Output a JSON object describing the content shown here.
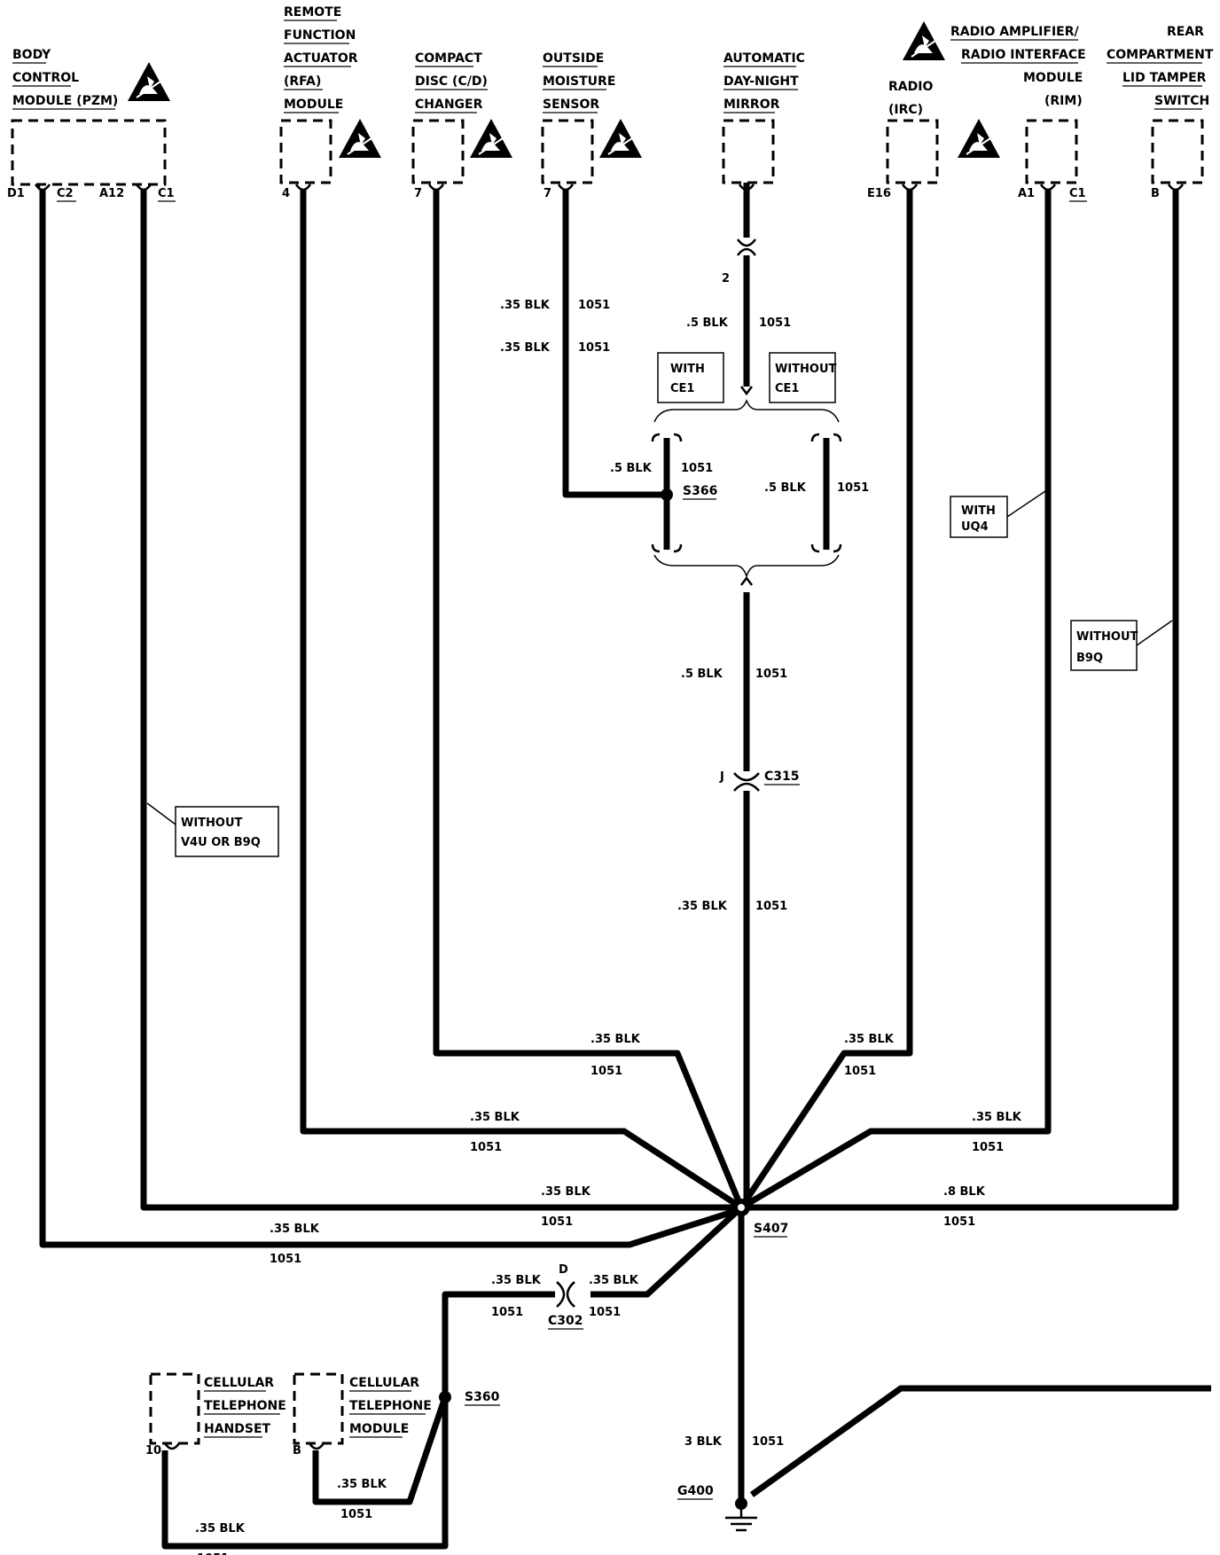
{
  "components": {
    "bcm": [
      "BODY",
      "CONTROL",
      "MODULE (PZM)"
    ],
    "rfa": [
      "REMOTE",
      "FUNCTION",
      "ACTUATOR",
      "(RFA)",
      "MODULE"
    ],
    "cd": [
      "COMPACT",
      "DISC (C/D)",
      "CHANGER"
    ],
    "oms": [
      "OUTSIDE",
      "MOISTURE",
      "SENSOR"
    ],
    "mirror": [
      "AUTOMATIC",
      "DAY-NIGHT",
      "MIRROR"
    ],
    "amp": [
      "RADIO AMPLIFIER/",
      "RADIO INTERFACE",
      "MODULE",
      "(RIM)"
    ],
    "radio": [
      "RADIO",
      "(IRC)"
    ],
    "tamper": [
      "REAR",
      "COMPARTMENT",
      "LID TAMPER",
      "SWITCH"
    ],
    "handset": [
      "CELLULAR",
      "TELEPHONE",
      "HANDSET"
    ],
    "cellmod": [
      "CELLULAR",
      "TELEPHONE",
      "MODULE"
    ]
  },
  "pins": {
    "bcm_d1": "D1",
    "bcm_c2": "C2",
    "bcm_a12": "A12",
    "bcm_c1": "C1",
    "rfa": "4",
    "cd": "7",
    "oms": "7",
    "mirror_2": "2",
    "radio": "E16",
    "amp_a1": "A1",
    "amp_c1": "C1",
    "tamper": "B",
    "handset": "10",
    "cellmod": "B",
    "c315": "J",
    "c302": "D"
  },
  "splices": {
    "s366": "S366",
    "s407": "S407",
    "s360": "S360"
  },
  "connectors": {
    "c315": "C315",
    "c302": "C302"
  },
  "ground": "G400",
  "wires": {
    "w035": ".35 BLK",
    "w05": ".5 BLK",
    "w08": ".8 BLK",
    "w3": "3 BLK",
    "circuit": "1051"
  },
  "options": {
    "with_ce1": [
      "WITH",
      "CE1"
    ],
    "without_ce1": [
      "WITHOUT",
      "CE1"
    ],
    "with_uq4": [
      "WITH",
      "UQ4"
    ],
    "without_b9q": [
      "WITHOUT",
      "B9Q"
    ],
    "without_v4u": [
      "WITHOUT",
      "V4U OR B9Q"
    ]
  }
}
